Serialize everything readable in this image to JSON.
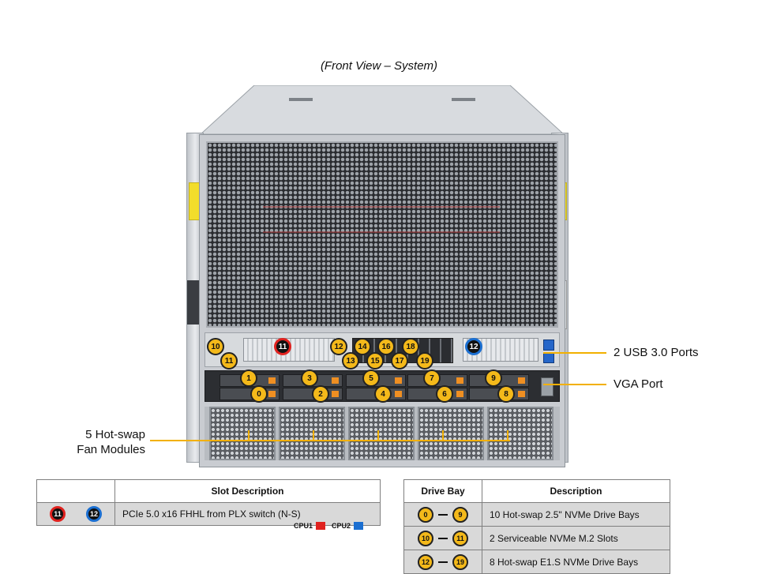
{
  "title": "(Front View – System)",
  "callouts": {
    "usb": "2 USB 3.0 Ports",
    "vga": "VGA Port",
    "fans_line1": "5 Hot-swap",
    "fans_line2": "Fan Modules"
  },
  "badges": {
    "cpu1_slot": "11",
    "cpu2_slot": "12",
    "m2": [
      "10",
      "11"
    ],
    "e1s_top": [
      "12",
      "14",
      "16",
      "18"
    ],
    "e1s_bottom": [
      "13",
      "15",
      "17",
      "19"
    ],
    "nvme_top": [
      "1",
      "3",
      "5",
      "7",
      "9"
    ],
    "nvme_bottom": [
      "0",
      "2",
      "4",
      "6",
      "8"
    ]
  },
  "slot_table": {
    "header": "Slot Description",
    "row_badges": [
      "11",
      "12"
    ],
    "row_desc": "PCIe 5.0 x16 FHHL from PLX switch (N-S)"
  },
  "legend": {
    "cpu1": "CPU1",
    "cpu2": "CPU2",
    "cpu1_color": "#e0221f",
    "cpu2_color": "#1b6fd1"
  },
  "drive_table": {
    "header_bay": "Drive Bay",
    "header_desc": "Description",
    "rows": [
      {
        "from": "0",
        "to": "9",
        "desc": "10 Hot-swap 2.5\" NVMe Drive Bays"
      },
      {
        "from": "10",
        "to": "11",
        "desc": "2 Serviceable NVMe M.2 Slots"
      },
      {
        "from": "12",
        "to": "19",
        "desc": "8 Hot-swap E1.S NVMe Drive Bays"
      }
    ]
  },
  "colors": {
    "badge_fill": "#f4b91a",
    "callout_line": "#f2b000",
    "table_fill": "#d9d9d9"
  }
}
